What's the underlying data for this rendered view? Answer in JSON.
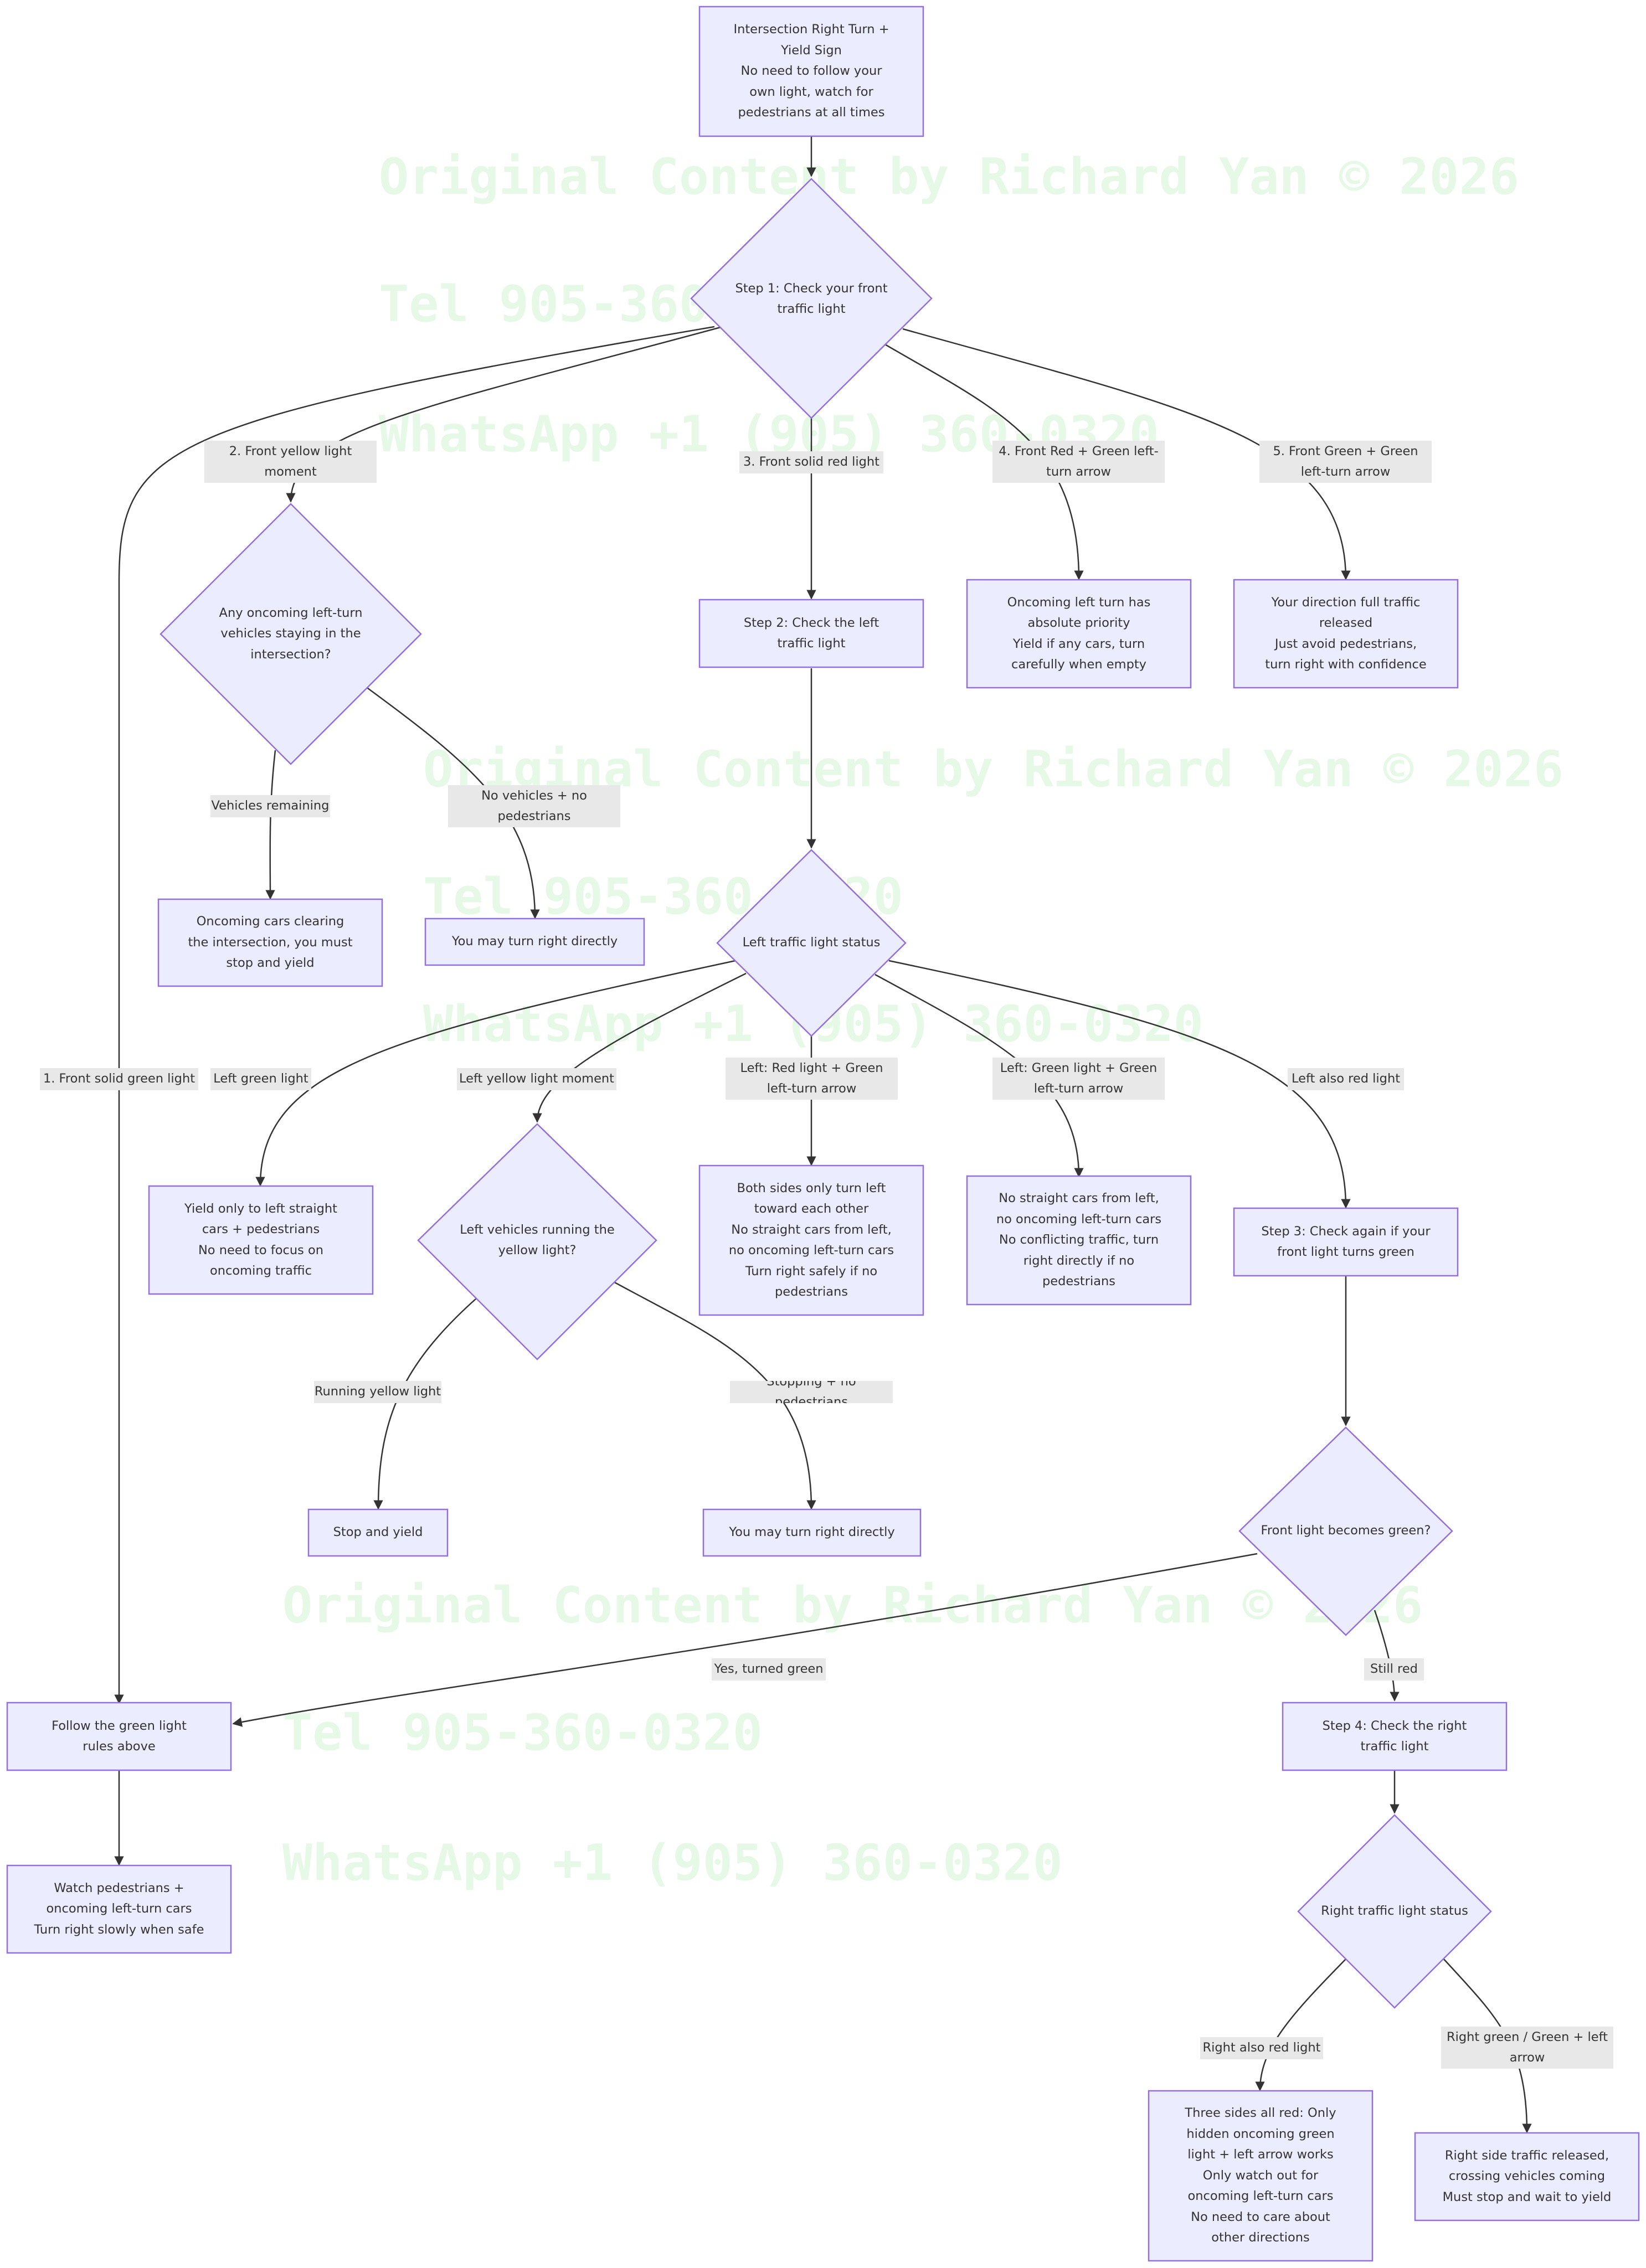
{
  "watermark": {
    "lines": [
      "Original Content by Richard Yan  © 2026",
      "Tel 905-360-0320",
      "WhatsApp +1 (905) 360-0320"
    ]
  },
  "nodes": {
    "start": "Intersection Right Turn +\nYield Sign\nNo need to follow your\nown light, watch for\npedestrians at all times",
    "step1": "Step 1: Check your front\ntraffic light",
    "q_oncoming": "Any oncoming left-turn\nvehicles staying in the\nintersection?",
    "step2": "Step 2: Check the left\ntraffic light",
    "r4": "Oncoming left turn has\nabsolute priority\nYield if any cars, turn\ncarefully when empty",
    "r5": "Your direction full traffic\nreleased\nJust avoid pedestrians,\nturn right with confidence",
    "yield_clear": "Oncoming cars clearing\nthe intersection, you must\nstop and yield",
    "may_turn_1": "You may turn right directly",
    "left_status": "Left traffic light status",
    "yield_left": "Yield only to left straight\ncars + pedestrians\nNo need to focus on\noncoming traffic",
    "q_left_yellow": "Left vehicles running the\nyellow light?",
    "both_left": "Both sides only turn left\ntoward each other\nNo straight cars from left,\nno oncoming left-turn cars\nTurn right safely if no\npedestrians",
    "no_straight": "No straight cars from left,\nno oncoming left-turn cars\nNo conflicting traffic, turn\nright directly if no\npedestrians",
    "step3": "Step 3: Check again if your\nfront light turns green",
    "stop_yield": "Stop and yield",
    "may_turn_2": "You may turn right directly",
    "q_front_green": "Front light becomes green?",
    "follow_green": "Follow the green light\nrules above",
    "step4": "Step 4: Check the right\ntraffic light",
    "watch_ped": "Watch pedestrians +\noncoming left-turn cars\nTurn right slowly when safe",
    "right_status": "Right traffic light status",
    "three_red": "Three sides all red: Only\nhidden oncoming green\nlight + left arrow works\nOnly watch out for\noncoming left-turn cars\nNo need to care about\nother directions",
    "right_released": "Right side traffic released,\ncrossing vehicles coming\nMust stop and wait to yield"
  },
  "edges": {
    "e_green": "1. Front solid green light",
    "e_yellow": "2. Front yellow light\nmoment",
    "e_red": "3. Front solid red light",
    "e_redarrow": "4. Front Red + Green left-\nturn arrow",
    "e_greenarrow": "5. Front Green + Green\nleft-turn arrow",
    "e_vehicles": "Vehicles remaining",
    "e_novehicles": "No vehicles + no\npedestrians",
    "e_leftgreen": "Left green light",
    "e_leftyellow": "Left yellow light moment",
    "e_leftredarrow": "Left: Red light + Green\nleft-turn arrow",
    "e_leftgreenarrow": "Left: Green light + Green\nleft-turn arrow",
    "e_leftred": "Left also red light",
    "e_running": "Running yellow light",
    "e_stopping": "Stopping + no pedestrians",
    "e_turnedgreen": "Yes, turned green",
    "e_stillred": "Still red",
    "e_rightred": "Right also red light",
    "e_rightgreen": "Right green / Green + left\narrow"
  },
  "colors": {
    "node_fill": "#ECECFF",
    "node_stroke": "#9370DB",
    "edge": "#333333",
    "label_bg": "#E8E8E8",
    "text": "#333333",
    "watermark": "#E6F9E6"
  }
}
